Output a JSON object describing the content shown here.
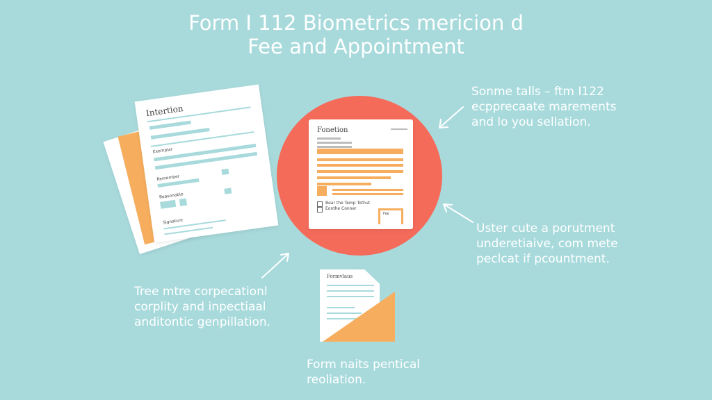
{
  "title": {
    "line1": "Form I 112 Biometrics mericion d",
    "line2": "Fee and Appointment"
  },
  "colors": {
    "background": "#A8DADC",
    "circle": "#F56B5A",
    "orange": "#F6AE5E",
    "paper": "#FFFFFF",
    "text": "#FFFFFF"
  },
  "left_form": {
    "heading": "Intertion",
    "section1": "Exemplar",
    "section2": "Remember",
    "section3": "Reasonable",
    "section4": "Signature"
  },
  "center_form": {
    "heading": "Fonetion",
    "checkbox1": "Bear the Temp Tothut",
    "checkbox2": "Eonthe Conner",
    "box_label": "Fee"
  },
  "bottom_form": {
    "heading": "Formvlaus"
  },
  "captions": {
    "top_right": [
      "Sonme talls – ftm I122",
      "ecpprecaate marements",
      "and lo you sellation."
    ],
    "mid_right": [
      "Uster cute a porutment",
      "underetiaive, com mete",
      "peclcat if pcountment."
    ],
    "bottom_left": [
      "Tree mtre corpecationl",
      "corplity and inpectiaal",
      "anditontic genpillation."
    ],
    "bottom_center": [
      "Form naits pentical",
      "reoliation."
    ]
  },
  "icons": [
    "arrow-top-right",
    "arrow-mid-right",
    "arrow-bottom-left"
  ]
}
